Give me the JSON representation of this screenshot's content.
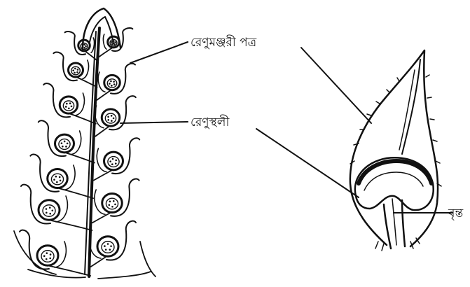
{
  "labels": {
    "sporophyll": "রেণুমঞ্জরী পত্র",
    "sporangium": "রেণুস্থলী",
    "stalk": "বৃন্ত"
  },
  "colors": {
    "ink": "#111111",
    "background": "#ffffff"
  }
}
